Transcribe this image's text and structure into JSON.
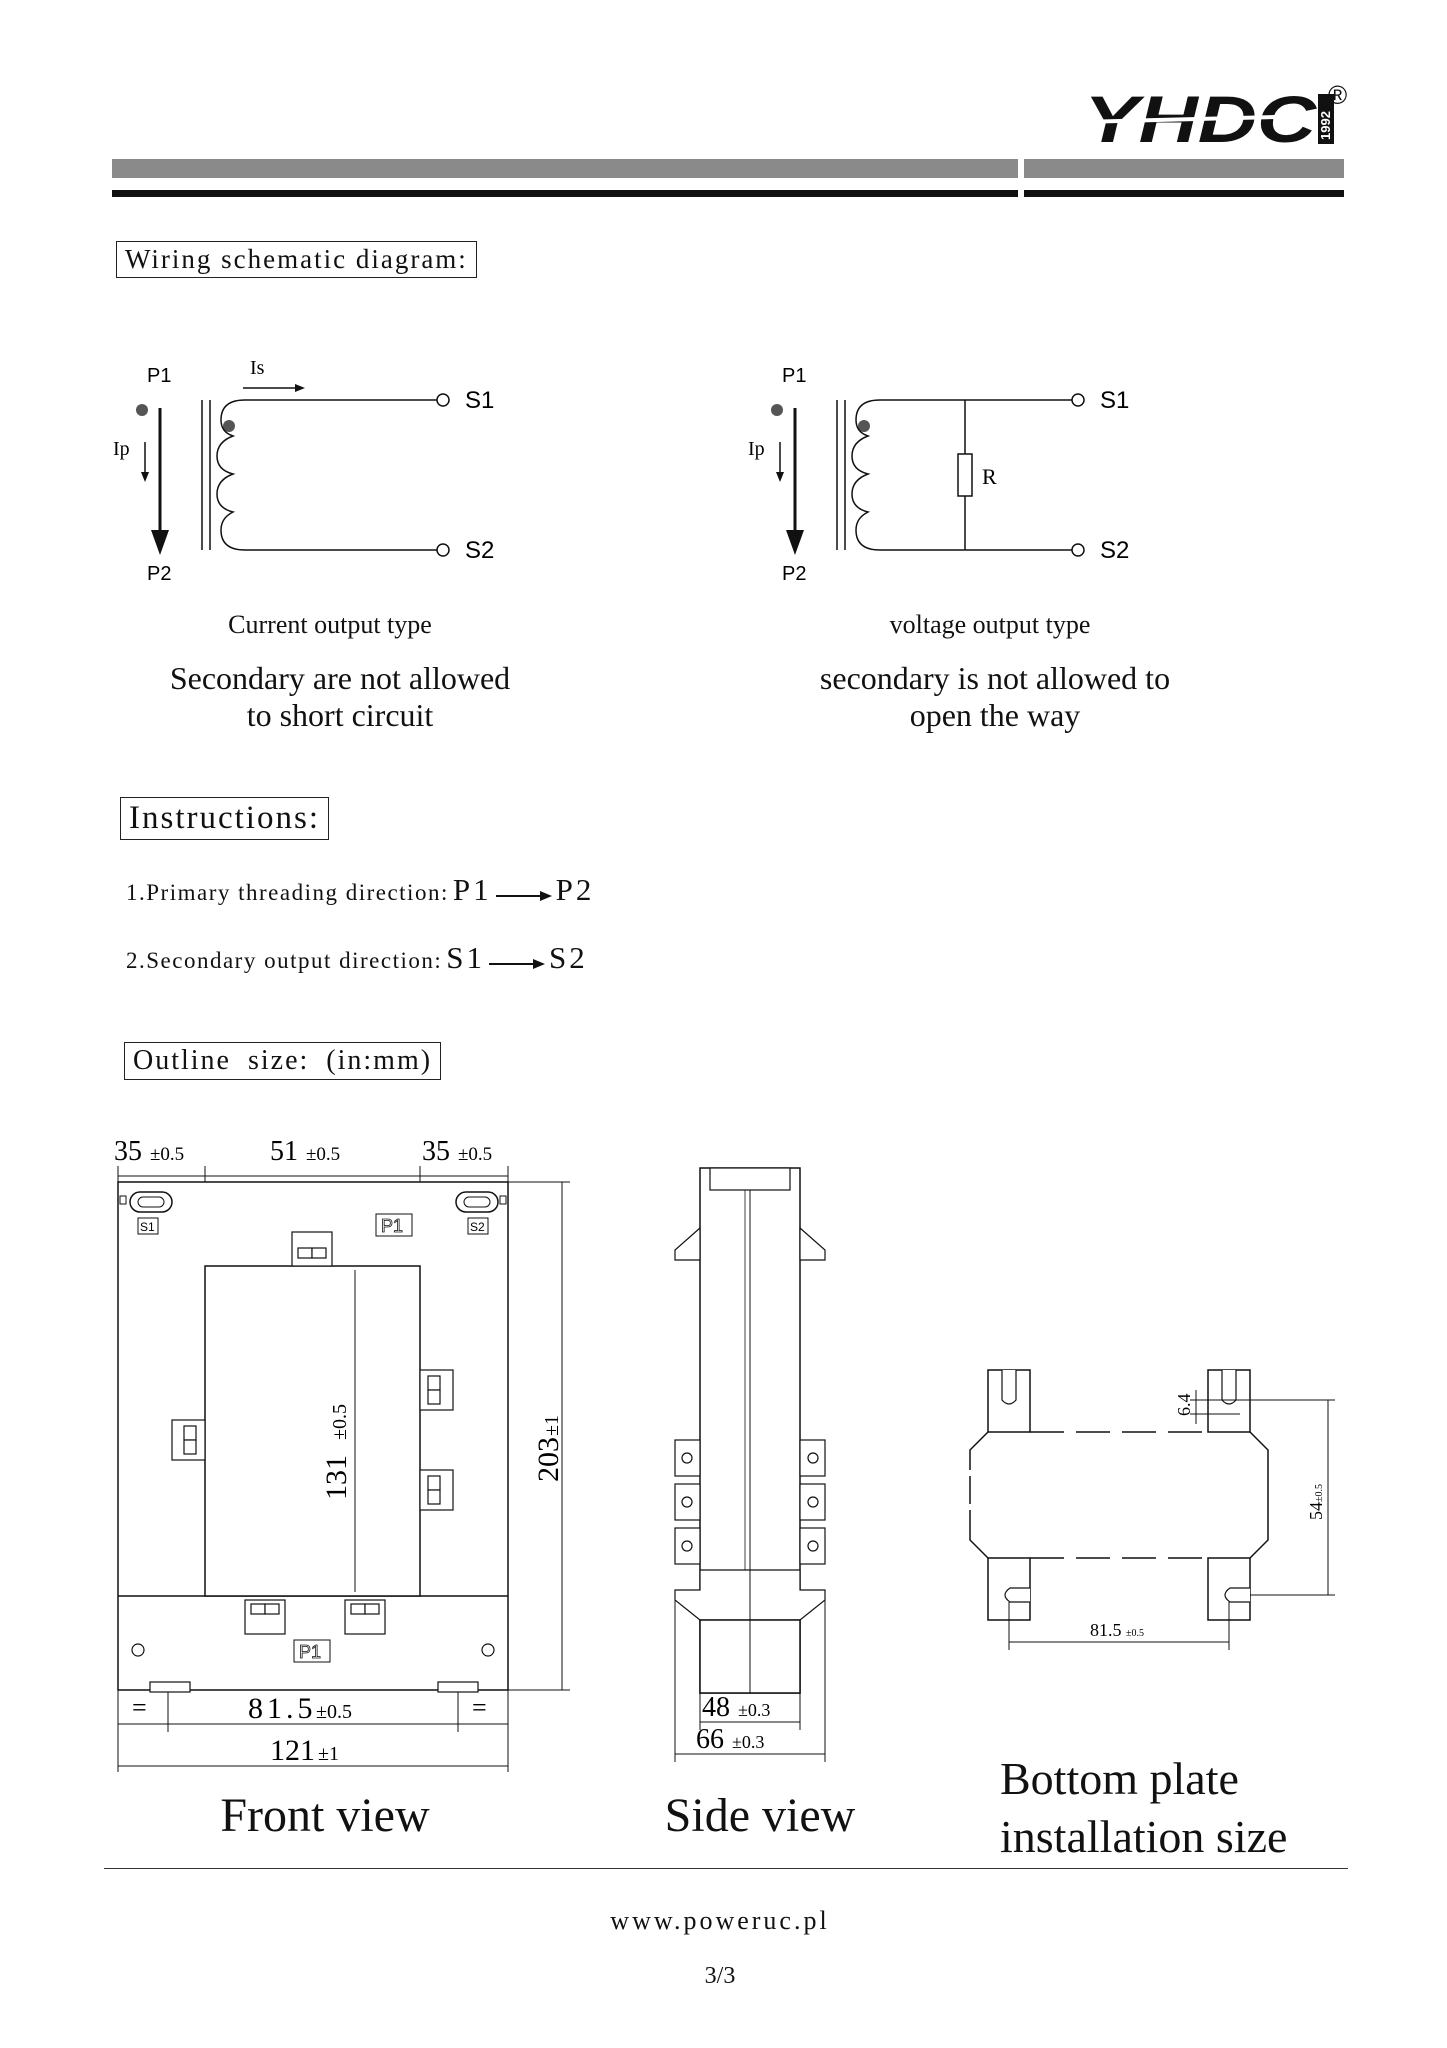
{
  "header": {
    "logo_text": "YHDC",
    "logo_year": "1992",
    "registered": "®"
  },
  "sections": {
    "wiring_title": "Wiring schematic diagram:",
    "instructions_title": "Instructions:",
    "outline_title": "Outline size: (in:mm)"
  },
  "wiring": {
    "left": {
      "p1": "P1",
      "p2": "P2",
      "ip": "Ip",
      "is": "Is",
      "s1": "S1",
      "s2": "S2",
      "type": "Current output type",
      "warning_line1": "Secondary are not allowed",
      "warning_line2": "to short circuit"
    },
    "right": {
      "p1": "P1",
      "p2": "P2",
      "ip": "Ip",
      "r": "R",
      "s1": "S1",
      "s2": "S2",
      "type": "voltage output type",
      "warning_line1": "secondary is not allowed to",
      "warning_line2": "open the way"
    }
  },
  "instructions": {
    "line1_text": "1.Primary threading direction:",
    "line1_from": "P1",
    "line1_to": "P2",
    "line2_text": "2.Secondary output direction:",
    "line2_from": "S1",
    "line2_to": "S2"
  },
  "front_view": {
    "dim_left": "35",
    "dim_left_tol": "±0.5",
    "dim_mid": "51",
    "dim_mid_tol": "±0.5",
    "dim_right": "35",
    "dim_right_tol": "±0.5",
    "dim_height": "203",
    "dim_height_tol": "±1",
    "dim_inner": "131",
    "dim_inner_tol": "±0.5",
    "dim_mount": "81.5",
    "dim_mount_tol": "±0.5",
    "dim_width": "121",
    "dim_width_tol": "±1",
    "eq_left": "=",
    "eq_right": "=",
    "label_s1": "S1",
    "label_s2": "S2",
    "label_p1_top": "P1",
    "label_p1_bottom": "P1",
    "caption": "Front view"
  },
  "side_view": {
    "dim_inner": "48",
    "dim_inner_tol": "±0.3",
    "dim_outer": "66",
    "dim_outer_tol": "±0.3",
    "caption": "Side view"
  },
  "bottom_view": {
    "dim_slot": "6.4",
    "dim_height": "54",
    "dim_height_tol": "±0.5",
    "dim_width": "81.5",
    "dim_width_tol": "±0.5",
    "caption_line1": "Bottom plate",
    "caption_line2": "installation size"
  },
  "footer": {
    "url": "www.poweruc.pl",
    "page": "3/3"
  }
}
